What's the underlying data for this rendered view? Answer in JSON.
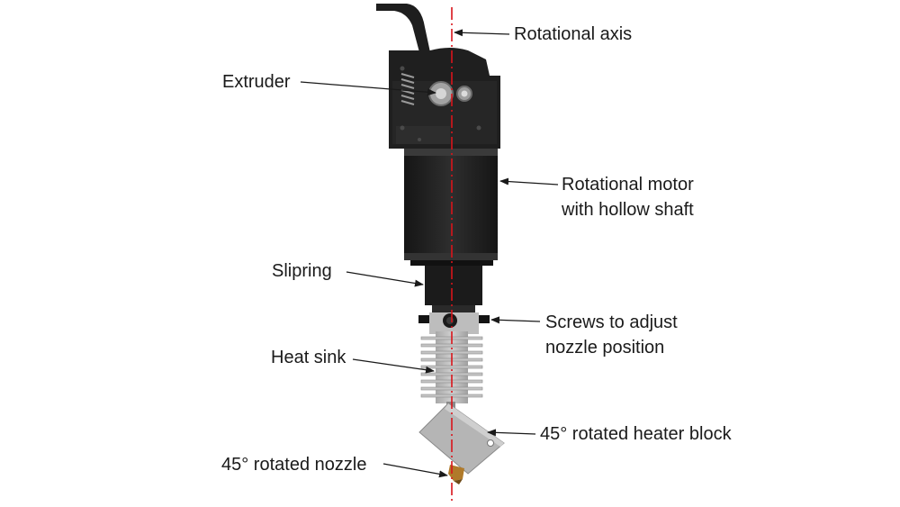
{
  "labels": {
    "rotational_axis": "Rotational axis",
    "extruder": "Extruder",
    "rotational_motor_line1": "Rotational motor",
    "rotational_motor_line2": "with hollow shaft",
    "slipring": "Slipring",
    "screws_line1": "Screws to adjust",
    "screws_line2": "nozzle position",
    "heat_sink": "Heat sink",
    "heater_block": "45° rotated heater block",
    "nozzle": "45° rotated nozzle"
  },
  "colors": {
    "body_dark": "#1c1c1c",
    "body_mid": "#2b2b2b",
    "metal_light": "#b9b9b9",
    "metal_mid": "#9d9d9d",
    "axis_red": "#d9141b",
    "nozzle_brass": "#b07a2a",
    "text": "#1a1a1a"
  }
}
